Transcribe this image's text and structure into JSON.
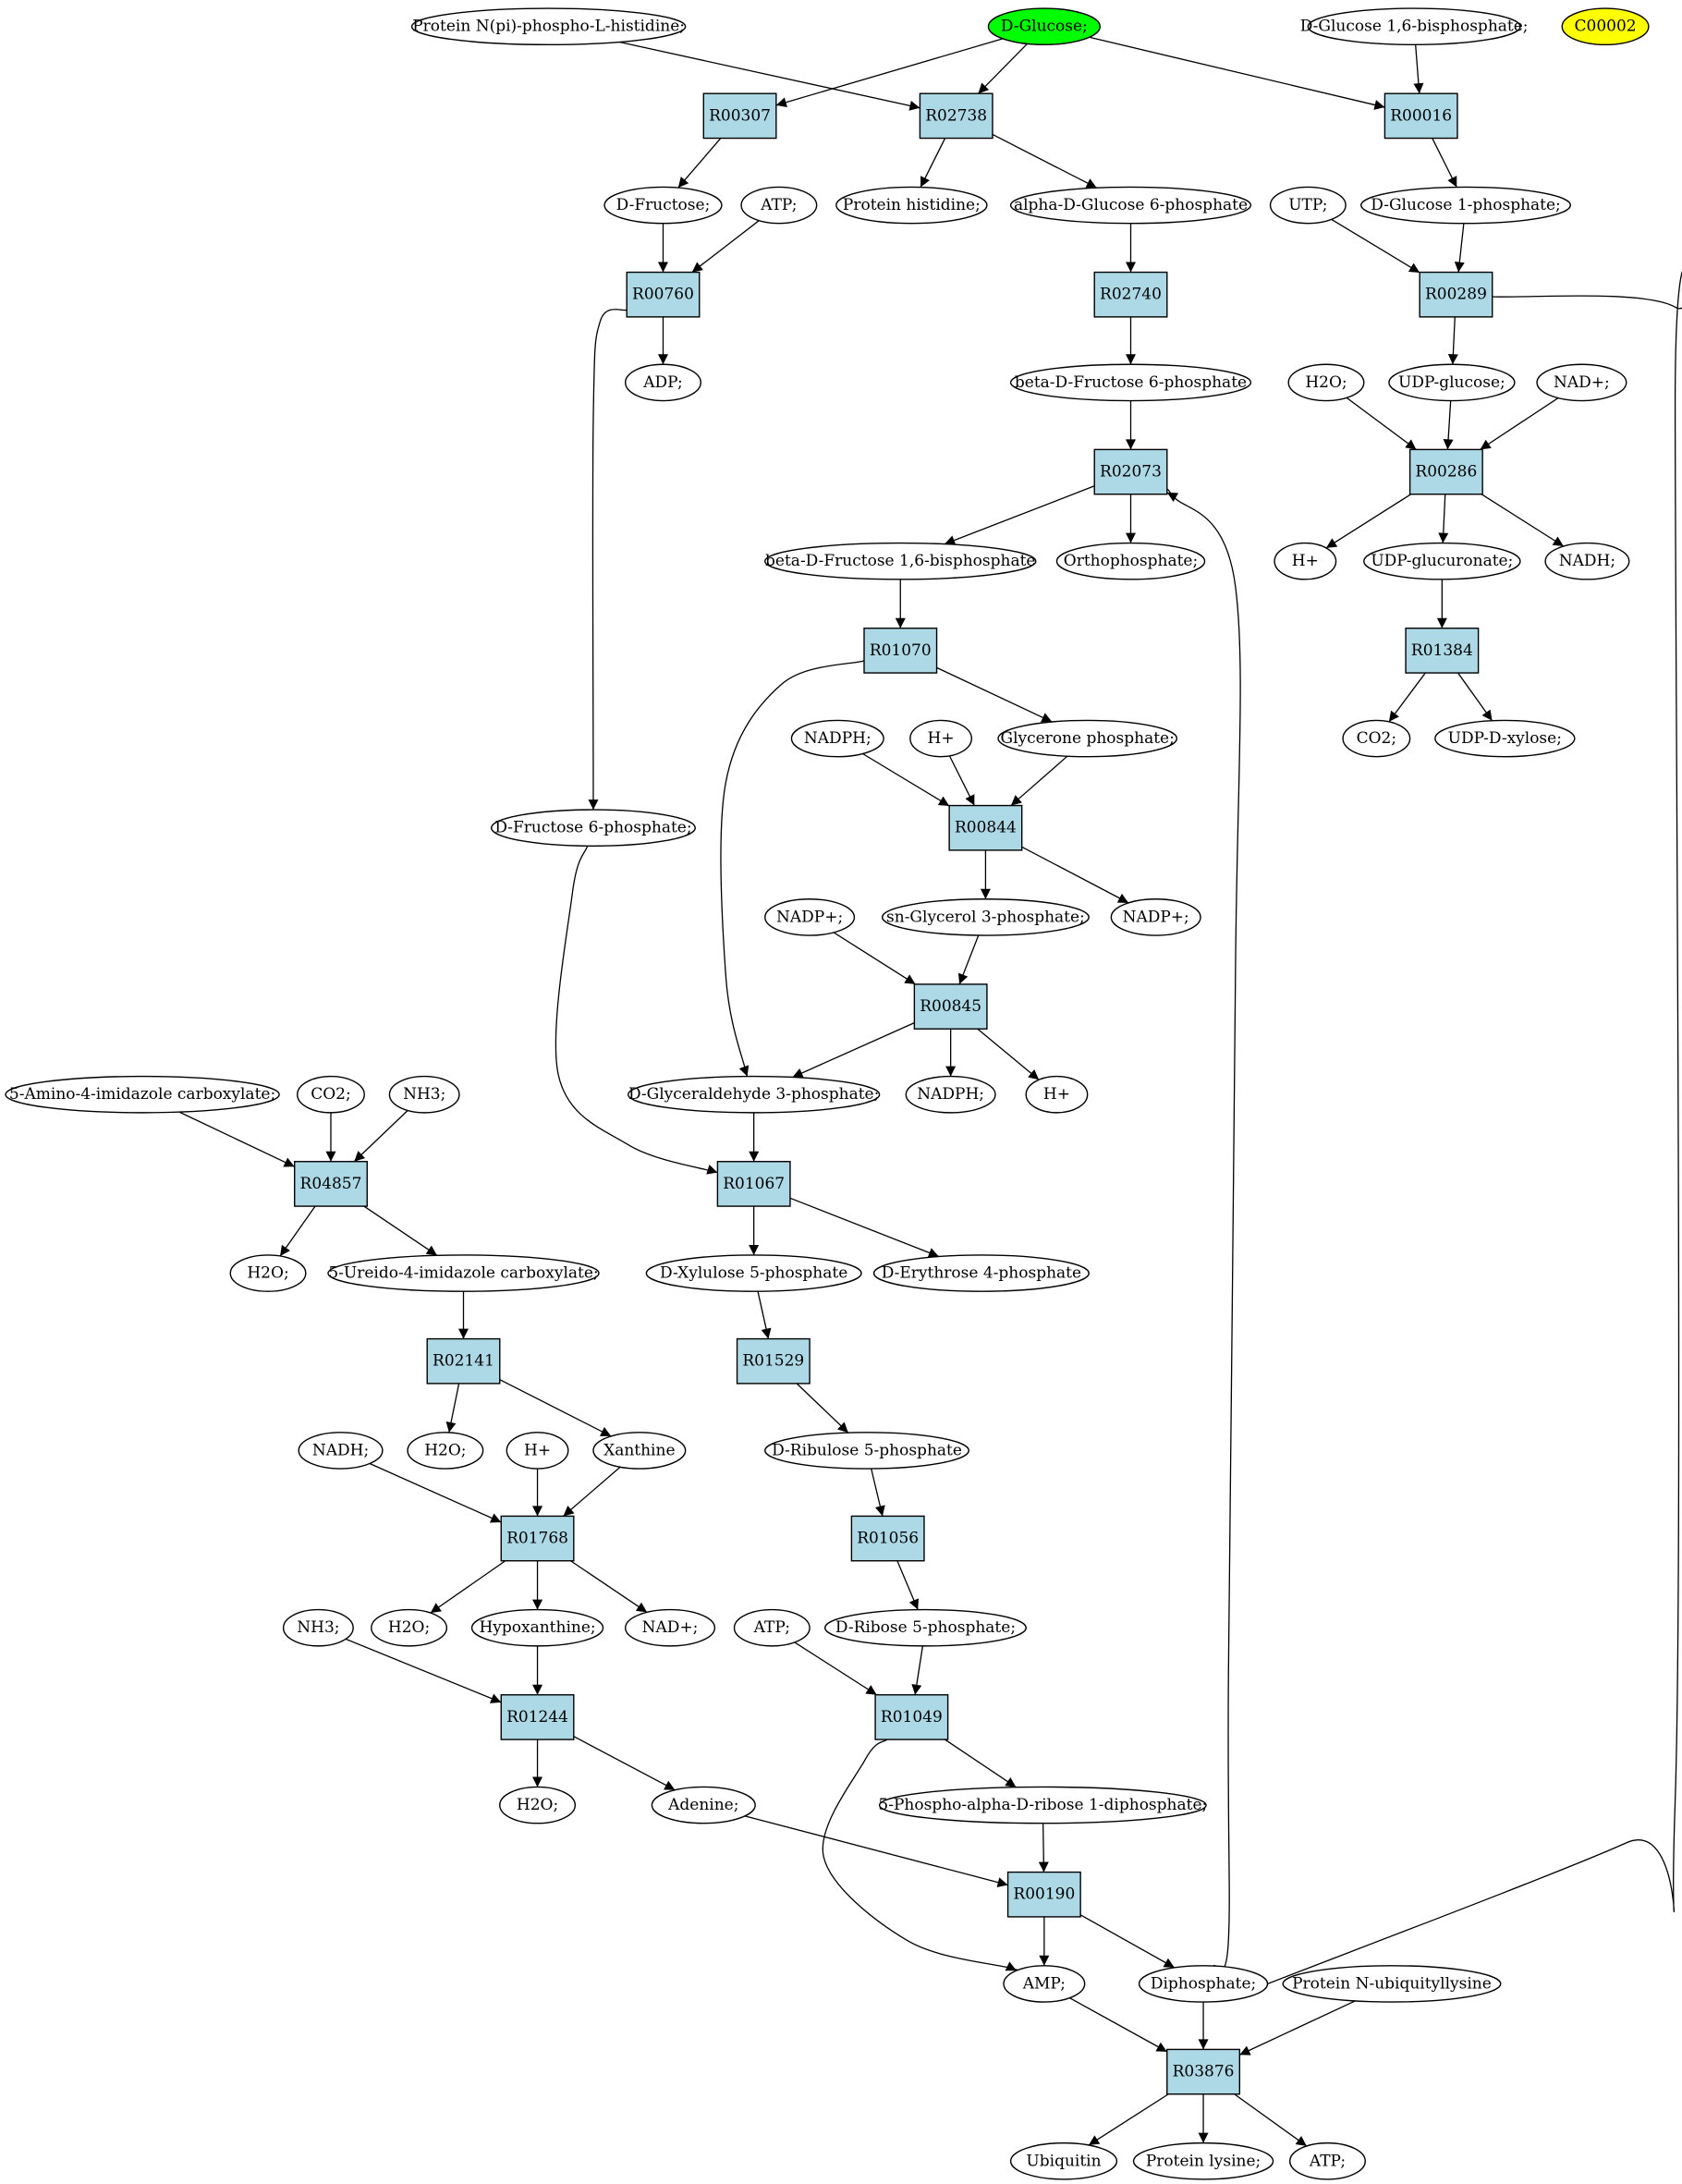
{
  "colors": {
    "reaction_fill": "#add8e6",
    "metabolite_fill": "#ffffff",
    "source_fill": "#00ff00",
    "highlight_fill": "#ffff00",
    "edge": "#000000"
  },
  "metabolites": {
    "m_pnph": "Protein N(pi)-phospho-L-histidine;",
    "m_glc": "D-Glucose;",
    "m_g16bp": "D-Glucose 1,6-bisphosphate;",
    "m_c00002": "C00002",
    "m_fru": "D-Fructose;",
    "m_atp1": "ATP;",
    "m_prothis": "Protein histidine;",
    "m_ag6p": "alpha-D-Glucose 6-phosphate",
    "m_utp": "UTP;",
    "m_g1p": "D-Glucose 1-phosphate;",
    "m_adp": "ADP;",
    "m_bf6p": "beta-D-Fructose 6-phosphate",
    "m_h2o_udp": "H2O;",
    "m_udpglc": "UDP-glucose;",
    "m_nad1": "NAD+;",
    "m_bf16bp": "beta-D-Fructose 1,6-bisphosphate",
    "m_pi": "Orthophosphate;",
    "m_hplus1": "H+",
    "m_udpglcu": "UDP-glucuronate;",
    "m_nadh1": "NADH;",
    "m_nadph1": "NADPH;",
    "m_hplus2": "H+",
    "m_dhap": "Glycerone phosphate;",
    "m_co2_1": "CO2;",
    "m_udpxyl": "UDP-D-xylose;",
    "m_f6p": "D-Fructose 6-phosphate;",
    "m_nadp1": "NADP+;",
    "m_g3p_sn": "sn-Glycerol 3-phosphate;",
    "m_nadp2": "NADP+;",
    "m_aica": "5-Amino-4-imidazole carboxylate;",
    "m_co2_2": "CO2;",
    "m_nh3_1": "NH3;",
    "m_gap": "D-Glyceraldehyde 3-phosphate;",
    "m_nadph2": "NADPH;",
    "m_hplus3": "H+",
    "m_h2o_1": "H2O;",
    "m_uic": "5-Ureido-4-imidazole carboxylate;",
    "m_xu5p": "D-Xylulose 5-phosphate",
    "m_e4p": "D-Erythrose 4-phosphate",
    "m_nadh2": "NADH;",
    "m_h2o_2": "H2O;",
    "m_hplus4": "H+",
    "m_xan": "Xanthine",
    "m_ru5p": "D-Ribulose 5-phosphate",
    "m_nh3_2": "NH3;",
    "m_h2o_3": "H2O;",
    "m_hyp": "Hypoxanthine;",
    "m_nad2": "NAD+;",
    "m_atp2": "ATP;",
    "m_r5p": "D-Ribose 5-phosphate;",
    "m_h2o_4": "H2O;",
    "m_ade": "Adenine;",
    "m_prpp": "5-Phospho-alpha-D-ribose 1-diphosphate;",
    "m_amp": "AMP;",
    "m_ppi": "Diphosphate;",
    "m_protub": "Protein N-ubiquityllysine",
    "m_ub": "Ubiquitin",
    "m_protlys": "Protein lysine;",
    "m_atp3": "ATP;"
  },
  "reactions": {
    "r00307": "R00307",
    "r02738": "R02738",
    "r00016": "R00016",
    "r00760": "R00760",
    "r02740": "R02740",
    "r00289": "R00289",
    "r02073": "R02073",
    "r00286": "R00286",
    "r01070": "R01070",
    "r01384": "R01384",
    "r00844": "R00844",
    "r00845": "R00845",
    "r04857": "R04857",
    "r01067": "R01067",
    "r02141": "R02141",
    "r01529": "R01529",
    "r01768": "R01768",
    "r01056": "R01056",
    "r01244": "R01244",
    "r01049": "R01049",
    "r00190": "R00190",
    "r03876": "R03876"
  }
}
